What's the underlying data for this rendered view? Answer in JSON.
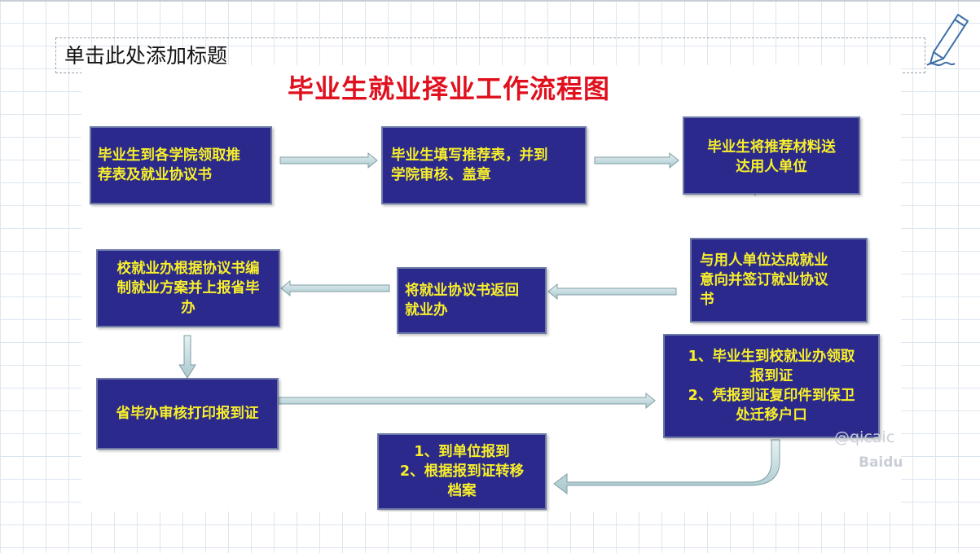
{
  "slide": {
    "title_placeholder": "单击此处添加标题"
  },
  "diagram": {
    "title": "毕业生就业择业工作流程图",
    "steps": [
      {
        "text": "毕业生到各学院领取推\n荐表及就业协议书"
      },
      {
        "text": "毕业生填写推荐表，并到\n学院审核、盖章"
      },
      {
        "text": "毕业生将推荐材料送\n达用人单位"
      },
      {
        "text": "与用人单位达成就业\n意向并签订就业协议\n书"
      },
      {
        "text": "将就业协议书返回\n就业办"
      },
      {
        "text": "校就业办根据协议书编\n制就业方案并上报省毕\n办"
      },
      {
        "text": "省毕办审核打印报到证"
      },
      {
        "text": "1、毕业生到校就业办领取\n报到证\n2、凭报到证复印件到保卫\n处迁移户口"
      },
      {
        "text": "1、到单位报到\n2、根据报到证转移\n档案"
      }
    ],
    "colors": {
      "box_fill": "#2b2a8c",
      "box_text": "#f8ef2a",
      "title": "#e0101e",
      "arrow_fill": "#bcd8dd"
    }
  },
  "watermark": {
    "handle": "@qicaic",
    "brand": "Baidu"
  }
}
